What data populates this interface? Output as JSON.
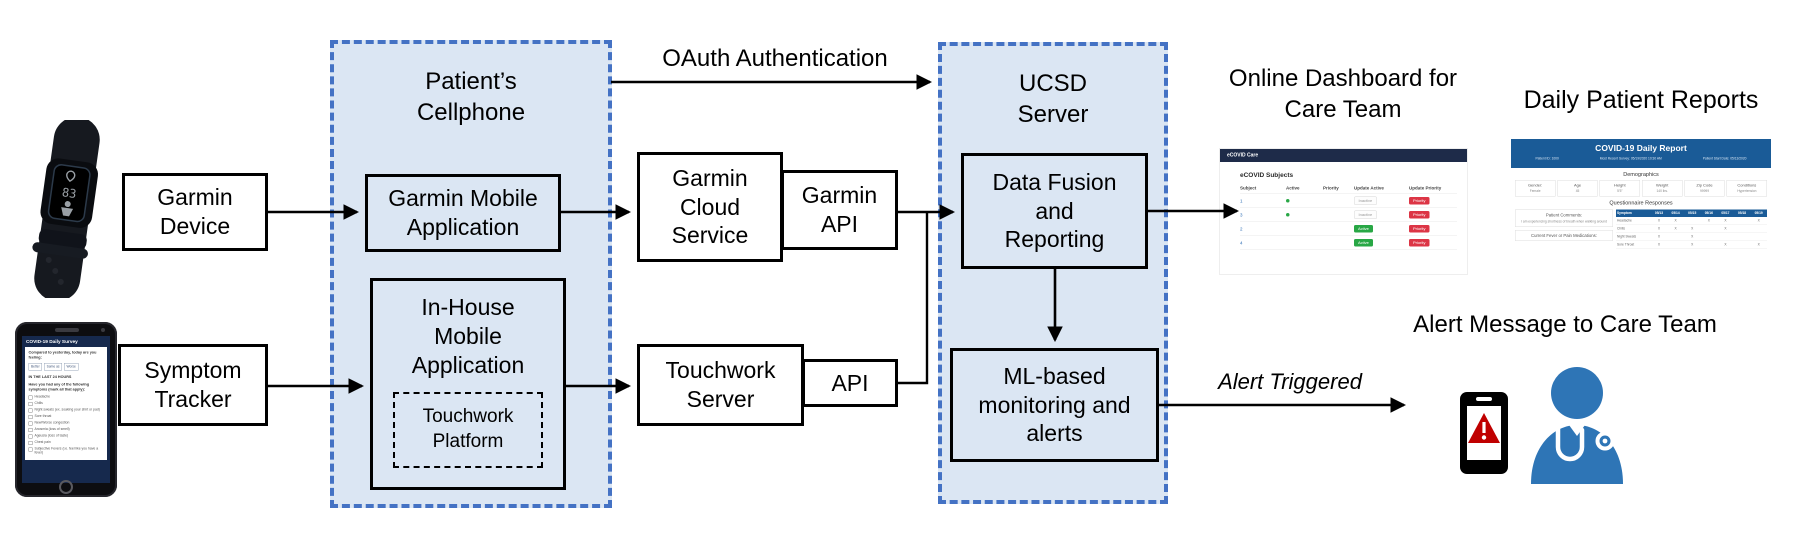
{
  "colors": {
    "container_fill": "#DBE6F3",
    "dashed_border_blue": "#4472C4",
    "dashboard_bar_navy": "#1E2B49",
    "report_header_blue": "#1A5B97",
    "active_green": "#28A745",
    "priority_red": "#DC3545",
    "alert_red": "#C00000",
    "doctor_blue": "#2E75B6"
  },
  "nodes": {
    "garmin_device": [
      "Garmin",
      "Device"
    ],
    "symptom_tracker": [
      "Symptom",
      "Tracker"
    ],
    "patients_cellphone": [
      "Patient’s",
      "Cellphone"
    ],
    "garmin_mobile_app": [
      "Garmin Mobile",
      "Application"
    ],
    "in_house_app": [
      "In-House",
      "Mobile",
      "Application"
    ],
    "touchwork_platform": [
      "Touchwork",
      "Platform"
    ],
    "garmin_cloud": [
      "Garmin",
      "Cloud",
      "Service"
    ],
    "garmin_api": [
      "Garmin",
      "API"
    ],
    "touchwork_server": [
      "Touchwork",
      "Server"
    ],
    "api": "API",
    "ucsd_server": [
      "UCSD",
      "Server"
    ],
    "data_fusion": [
      "Data Fusion",
      "and",
      "Reporting"
    ],
    "ml_alerts": [
      "ML-based",
      "monitoring and",
      "alerts"
    ]
  },
  "edge_labels": {
    "oauth": "OAuth Authentication",
    "alert_triggered": "Alert Triggered"
  },
  "captions": {
    "dashboard_line1": "Online Dashboard for",
    "dashboard_line2": "Care Team",
    "reports": "Daily Patient Reports",
    "alert_message": "Alert Message to Care Team"
  },
  "icons": {
    "wearable": "garmin-wristband-photo",
    "survey_phone": "smartphone-daily-survey",
    "alert_phone": "smartphone-red-warning-triangle",
    "care_team": "doctor-with-stethoscope"
  },
  "wearable": {
    "screen_value": "83"
  },
  "survey_phone": {
    "header": "COVID-19 Daily Survey",
    "question1": "Compared to yesterday, today are you feeling:",
    "answer_buttons": [
      "Better",
      "Same as",
      "Worse"
    ],
    "section": "IN THE LAST 24 HOURS",
    "question2": "Have you had any of the following symptoms (mark all that apply):",
    "symptoms": [
      "Headache",
      "Chills",
      "Night sweats (ex. soaking your shirt or pad)",
      "Sore throat",
      "New/Worse congestion",
      "Anosmia (loss of smell)",
      "Ageusia (loss of taste)",
      "Chest pain",
      "Subjective Fevers (i.e. feel like you have a fever)"
    ]
  },
  "dashboard": {
    "app_bar": "eCOVID Care",
    "title": "eCOVID Subjects",
    "columns": [
      "Subject",
      "Active",
      "Priority",
      "Update Active",
      "Update Priority"
    ],
    "rows": [
      {
        "subject": "1",
        "update_active": "Inactive",
        "update_priority": "Priority"
      },
      {
        "subject": "3",
        "update_active": "Inactive",
        "update_priority": "Priority"
      },
      {
        "subject": "2",
        "update_active": "Active",
        "update_priority": "Priority"
      },
      {
        "subject": "4",
        "update_active": "Active",
        "update_priority": "Priority"
      }
    ]
  },
  "report": {
    "title": "COVID-19 Daily Report",
    "patient_id": "Patient ID: 1000",
    "recent_survey": "Most Recent Survey: 05/19/2020 10:30 AM",
    "start_date": "Patient Start Date: 05/13/2020",
    "demographics_title": "Demographics",
    "demographics": [
      {
        "label": "Gender:",
        "value": "Female"
      },
      {
        "label": "Age",
        "value": "45"
      },
      {
        "label": "Height",
        "value": "5'5\""
      },
      {
        "label": "Weight",
        "value": "140 lbs."
      },
      {
        "label": "Zip Code",
        "value": "99999"
      },
      {
        "label": "Conditions",
        "value": "Hypertension"
      }
    ],
    "questionnaire_title": "Questionnaire Responses",
    "comments_label": "Patient Comments:",
    "comments": "I am experiencing shortness of breath when walking around",
    "medications_label": "Current Fever or Pain Medications:",
    "symptom_columns": [
      "Symptom",
      "05/13",
      "05/14",
      "05/15",
      "05/16",
      "05/17",
      "05/18",
      "05/19"
    ],
    "symptom_rows": [
      {
        "name": "Headache",
        "marks": [
          "X",
          "X",
          "",
          "X",
          "X",
          "",
          "X"
        ]
      },
      {
        "name": "Chills",
        "marks": [
          "X",
          "X",
          "X",
          "",
          "X",
          "",
          ""
        ]
      },
      {
        "name": "Night Sweats",
        "marks": [
          "X",
          "",
          "X",
          "",
          "",
          "",
          ""
        ]
      },
      {
        "name": "Sore Throat",
        "marks": [
          "X",
          "",
          "X",
          "",
          "X",
          "",
          "X"
        ]
      }
    ]
  }
}
